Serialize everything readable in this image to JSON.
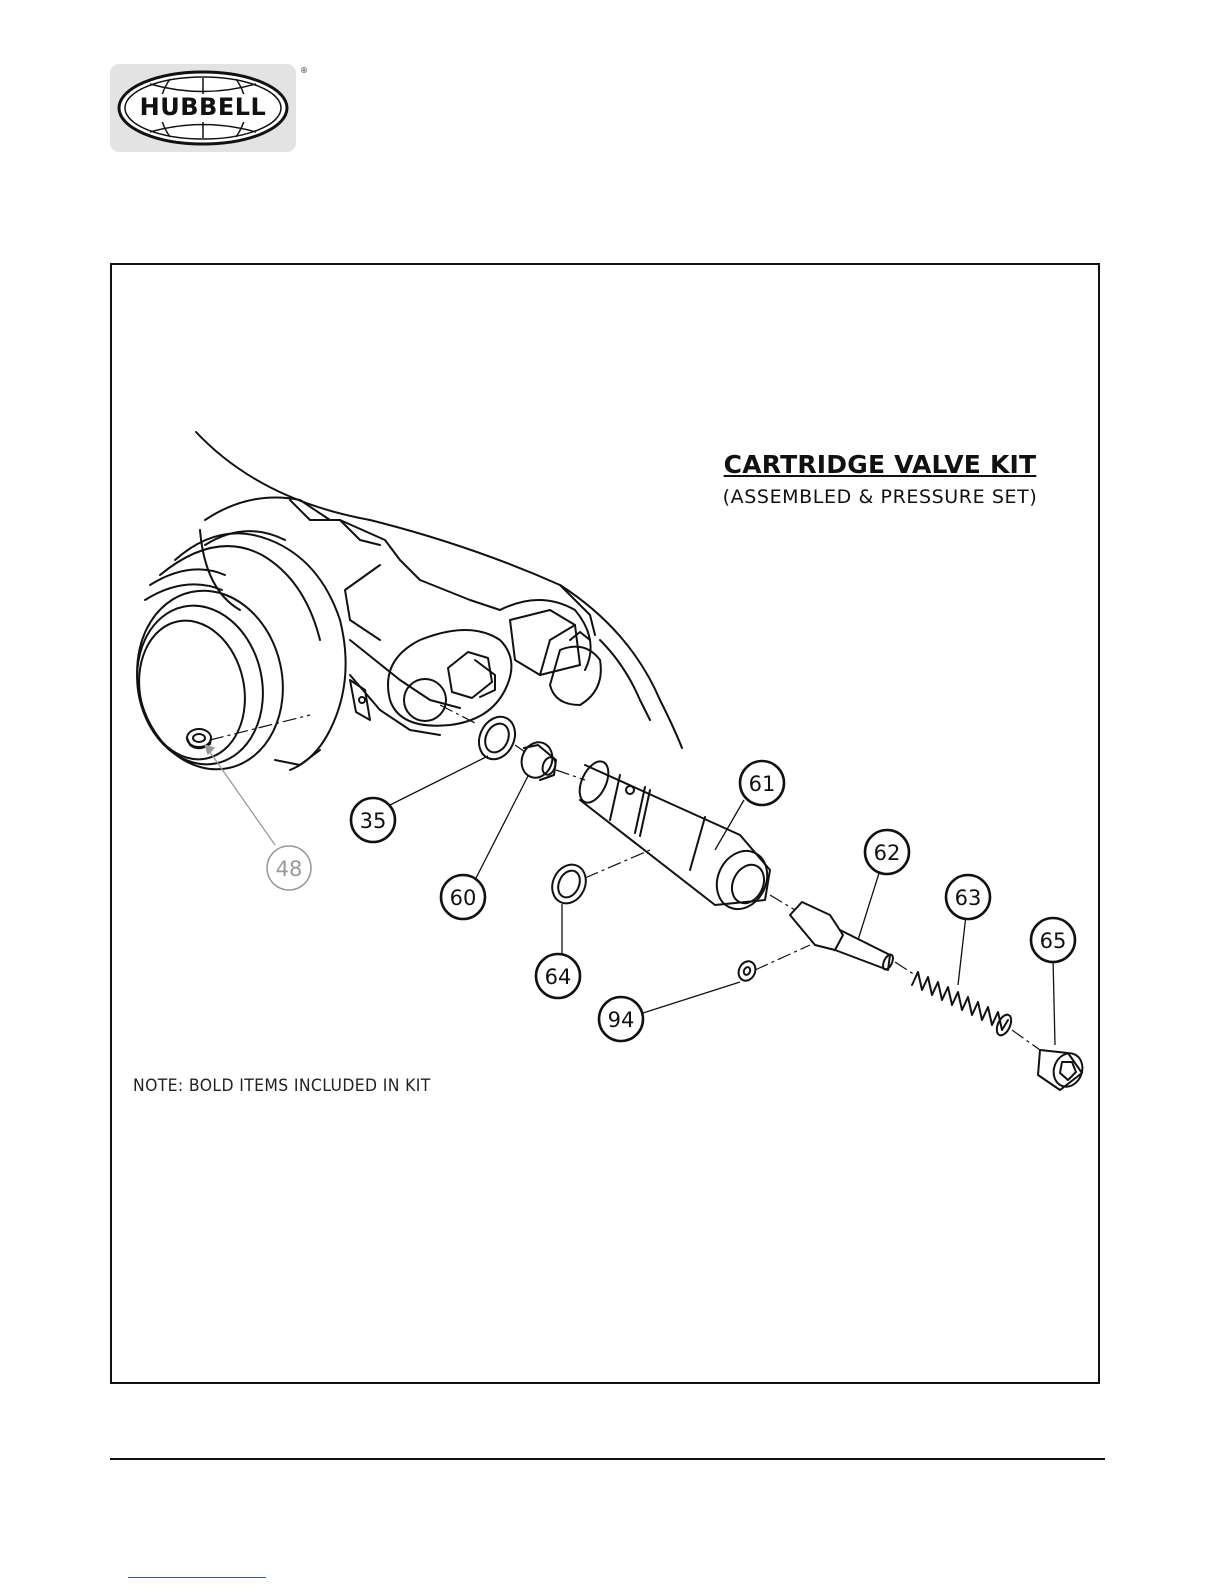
{
  "header": {
    "logo_text": "HUBBELL",
    "logo_mark": "®"
  },
  "diagram": {
    "title": "CARTRIDGE VALVE KIT",
    "subtitle": "(ASSEMBLED & PRESSURE SET)",
    "note": "NOTE: BOLD ITEMS INCLUDED IN KIT",
    "callouts": [
      {
        "id": "48",
        "label": "48",
        "bold": false
      },
      {
        "id": "35",
        "label": "35",
        "bold": true
      },
      {
        "id": "60",
        "label": "60",
        "bold": true
      },
      {
        "id": "61",
        "label": "61",
        "bold": true
      },
      {
        "id": "62",
        "label": "62",
        "bold": true
      },
      {
        "id": "63",
        "label": "63",
        "bold": true
      },
      {
        "id": "64",
        "label": "64",
        "bold": true
      },
      {
        "id": "94",
        "label": "94",
        "bold": true
      },
      {
        "id": "65",
        "label": "65",
        "bold": true
      }
    ]
  }
}
